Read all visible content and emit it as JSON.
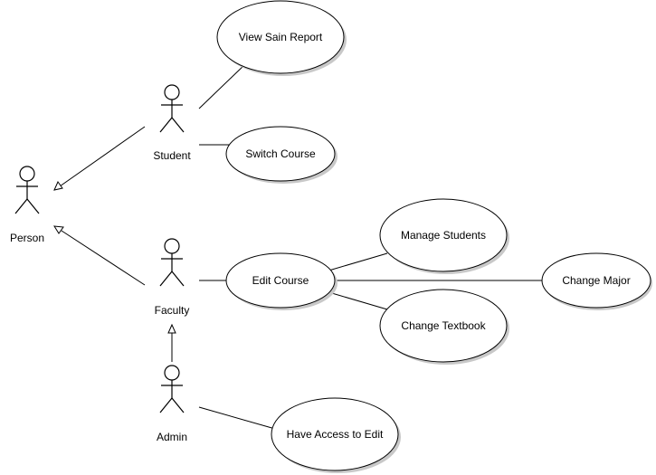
{
  "actors": [
    {
      "id": "person",
      "label": "Person"
    },
    {
      "id": "student",
      "label": "Student"
    },
    {
      "id": "faculty",
      "label": "Faculty"
    },
    {
      "id": "admin",
      "label": "Admin"
    }
  ],
  "use_cases": [
    {
      "id": "view-sain-report",
      "label": "View Sain Report"
    },
    {
      "id": "switch-course",
      "label": "Switch Course"
    },
    {
      "id": "edit-course",
      "label": "Edit Course"
    },
    {
      "id": "manage-students",
      "label": "Manage Students"
    },
    {
      "id": "change-major",
      "label": "Change Major"
    },
    {
      "id": "change-textbook",
      "label": "Change Textbook"
    },
    {
      "id": "have-access-to-edit",
      "label": "Have Access to Edit"
    }
  ],
  "generalizations": [
    {
      "from": "student",
      "to": "person"
    },
    {
      "from": "faculty",
      "to": "person"
    },
    {
      "from": "admin",
      "to": "faculty"
    }
  ],
  "associations": [
    {
      "from": "student",
      "to": "view-sain-report"
    },
    {
      "from": "student",
      "to": "switch-course"
    },
    {
      "from": "faculty",
      "to": "edit-course"
    },
    {
      "from": "edit-course",
      "to": "manage-students"
    },
    {
      "from": "edit-course",
      "to": "change-major"
    },
    {
      "from": "edit-course",
      "to": "change-textbook"
    },
    {
      "from": "admin",
      "to": "have-access-to-edit"
    }
  ],
  "colors": {
    "line": "#000000",
    "fill": "#ffffff",
    "shadow": "#c8c8c8"
  }
}
